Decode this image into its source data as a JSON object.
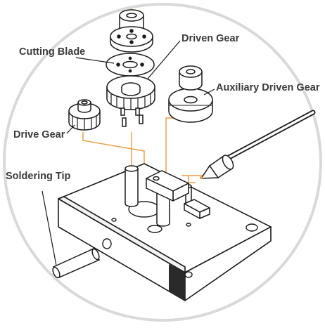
{
  "labels": {
    "cutting_blade": "Cutting Blade",
    "driven_gear": "Driven Gear",
    "auxiliary_driven_gear": "Auxiliary Driven Gear",
    "drive_gear": "Drive Gear",
    "soldering_tip": "Soldering Tip"
  },
  "colors": {
    "line": "#1a1a1a",
    "guide": "#e89a3c",
    "frame": "#d9d9d9",
    "label": "#3a3a3a"
  }
}
